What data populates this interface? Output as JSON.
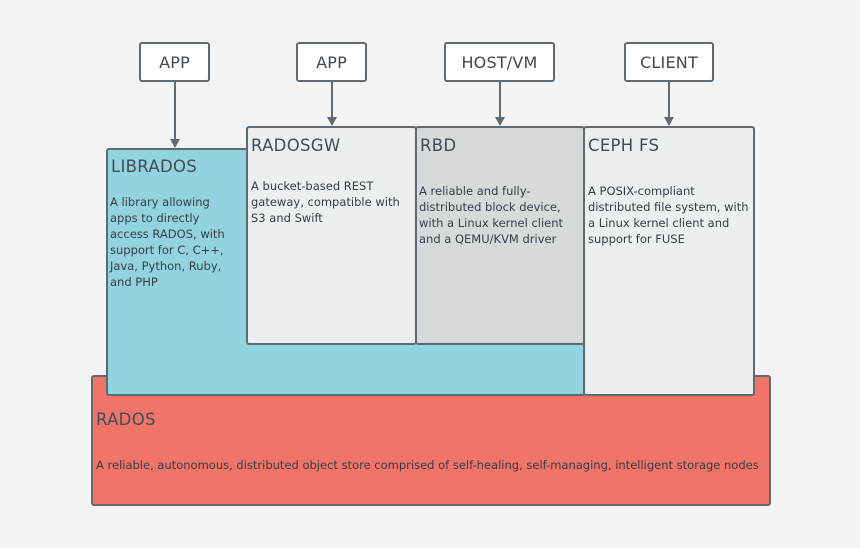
{
  "colors": {
    "background": "#f4f3f4",
    "rados": "#f17468",
    "librados": "#93d3df",
    "radosgw": "#eceff0",
    "rbd": "#d7dadb",
    "cephfs": "#eceff0",
    "border": "#5f6a72"
  },
  "top_nodes": {
    "app1": "APP",
    "app2": "APP",
    "hostvm": "HOST/VM",
    "client": "CLIENT"
  },
  "components": {
    "librados": {
      "title": "LIBRADOS",
      "description": "A library allowing apps to directly access RADOS, with support for C, C++, Java, Python, Ruby, and PHP"
    },
    "radosgw": {
      "title": "RADOSGW",
      "description": "A bucket-based REST gateway, compatible with S3 and Swift"
    },
    "rbd": {
      "title": "RBD",
      "description": "A reliable and fully-distributed block device, with a Linux kernel client and a QEMU/KVM driver"
    },
    "cephfs": {
      "title": "CEPH FS",
      "description": "A POSIX-compliant distributed file system, with a Linux kernel client and support for FUSE"
    },
    "rados": {
      "title": "RADOS",
      "description": "A reliable, autonomous, distributed object store comprised of self-healing, self-managing, intelligent storage nodes"
    }
  }
}
